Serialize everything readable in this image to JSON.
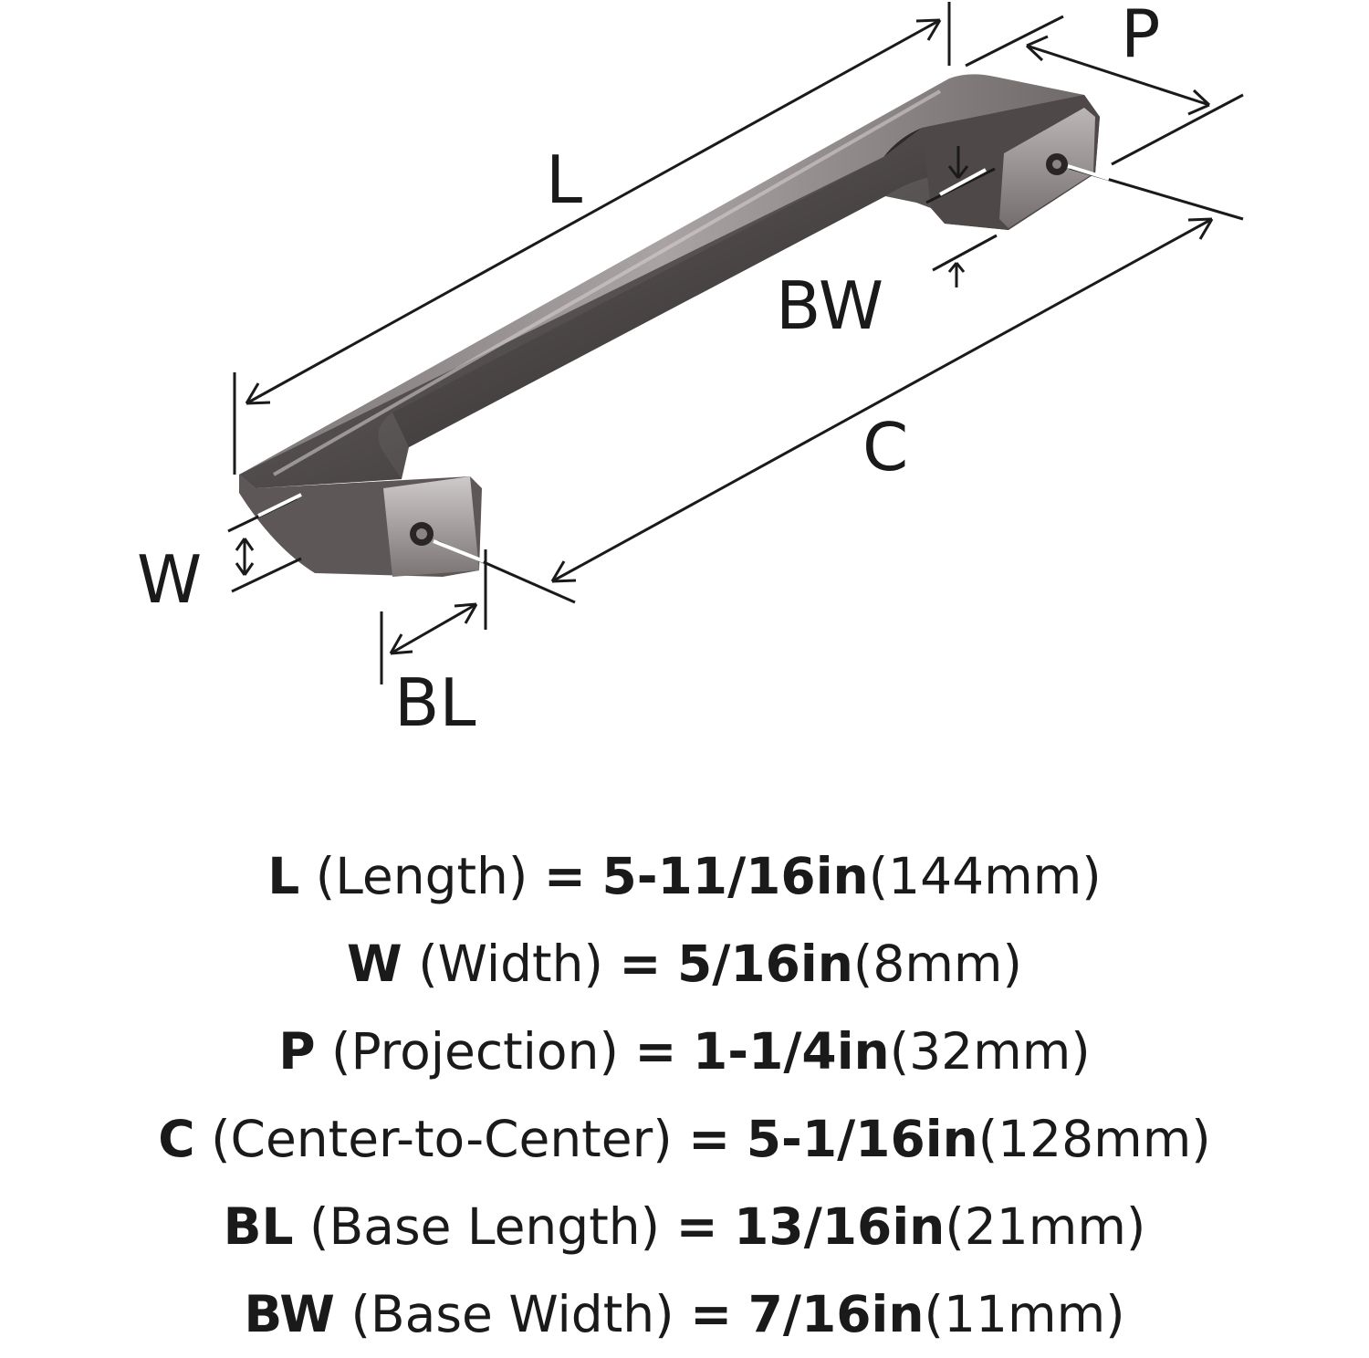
{
  "colors": {
    "ink": "#1a1a1a",
    "metal_dark": "#3f3b3b",
    "metal_mid": "#6e6868",
    "metal_light": "#b9b4b4",
    "metal_highlight": "#e6e3e3"
  },
  "labels": {
    "L": "L",
    "P": "P",
    "BW": "BW",
    "C": "C",
    "W": "W",
    "BL": "BL"
  },
  "specs": [
    {
      "code": "L",
      "name": "(Length)",
      "eq": "=",
      "imperial": "5-11/16in",
      "metric": "(144mm)"
    },
    {
      "code": "W",
      "name": "(Width)",
      "eq": "=",
      "imperial": "5/16in",
      "metric": "(8mm)"
    },
    {
      "code": "P",
      "name": "(Projection)",
      "eq": "=",
      "imperial": "1-1/4in",
      "metric": "(32mm)"
    },
    {
      "code": "C",
      "name": "(Center-to-Center)",
      "eq": "=",
      "imperial": "5-1/16in",
      "metric": "(128mm)"
    },
    {
      "code": "BL",
      "name": "(Base Length)",
      "eq": "=",
      "imperial": "13/16in",
      "metric": "(21mm)"
    },
    {
      "code": "BW",
      "name": "(Base Width)",
      "eq": "=",
      "imperial": "7/16in",
      "metric": "(11mm)"
    }
  ]
}
